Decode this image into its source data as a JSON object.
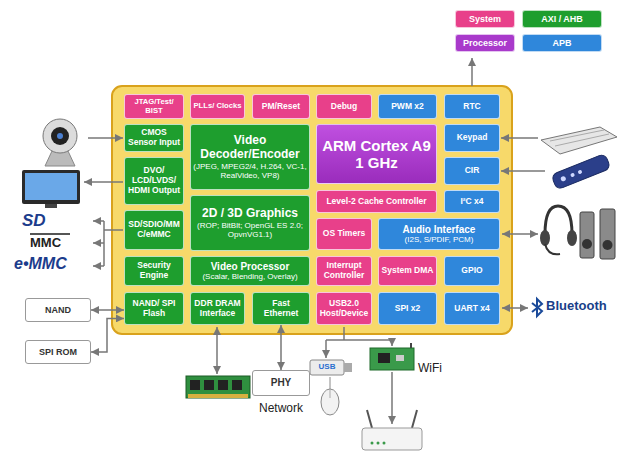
{
  "diagram": {
    "nodes": [
      {
        "text": [
          "JTAG/Test/ BIST"
        ]
      },
      {
        "text": [
          "PLLs/ Clocks"
        ]
      },
      {
        "text": [
          "PM/Reset"
        ]
      },
      {
        "text": [
          "Debug"
        ]
      },
      {
        "text": [
          "PWM x2"
        ]
      },
      {
        "text": [
          "RTC"
        ]
      },
      {
        "text": [
          "CMOS Sensor Input"
        ]
      },
      {
        "text": [
          "Video Decoder/Encoder",
          "(JPEG, MPEG2/4, H.264, VC-1, RealVideo, VP8)"
        ]
      },
      {
        "text": [
          "ARM Cortex A9",
          "1 GHz"
        ]
      },
      {
        "text": [
          "Keypad"
        ]
      },
      {
        "text": [
          "DVO/ LCD/LVDS/ HDMI Output"
        ]
      },
      {
        "text": [
          "2D / 3D Graphics",
          "(ROP; BitBlt; OpenGL ES 2.0; OpvnVG1.1)"
        ]
      },
      {
        "text": [
          "CIR"
        ]
      },
      {
        "text": [
          "Level-2 Cache Controller"
        ]
      },
      {
        "text": [
          "I²C x4"
        ]
      },
      {
        "text": [
          "SD/SDIO/MMC/eMMC"
        ]
      },
      {
        "text": [
          "OS Timers"
        ]
      },
      {
        "text": [
          "Audio Interface",
          "(I2S, S/PDIF, PCM)"
        ]
      },
      {
        "text": [
          "Security Engine"
        ]
      },
      {
        "text": [
          "Video Processor",
          "(Scalar, Blending, Overlay)"
        ]
      },
      {
        "text": [
          "Interrupt Controller"
        ]
      },
      {
        "text": [
          "System DMA"
        ]
      },
      {
        "text": [
          "GPIO"
        ]
      },
      {
        "text": [
          "NAND/ SPI Flash"
        ]
      },
      {
        "text": [
          "DDR DRAM Interface"
        ]
      },
      {
        "text": [
          "Fast Ethernet"
        ]
      },
      {
        "text": [
          "USB2.0 Host/Device"
        ]
      },
      {
        "text": [
          "SPI x2"
        ]
      },
      {
        "text": [
          "UART x4"
        ]
      },
      {
        "text": [
          "NAND"
        ]
      },
      {
        "text": [
          "SPI ROM"
        ]
      },
      {
        "text": [
          "PHY"
        ]
      }
    ],
    "edges": [
      {
        "from": 23,
        "to": 29,
        "arrow": "both"
      },
      {
        "from": 23,
        "to": 30,
        "arrow": "both"
      },
      {
        "from": 25,
        "to": 31,
        "arrow": "both"
      }
    ],
    "labels": [
      "SD",
      "MMC",
      "e•MMC",
      "Bluetooth",
      "Network",
      "WiFi",
      "USB"
    ],
    "legend": [
      {
        "text": "System",
        "color": "#e8408a"
      },
      {
        "text": "AXI / AHB",
        "color": "#1e9e2e"
      },
      {
        "text": "Processor",
        "color": "#a93acb"
      },
      {
        "text": "APB",
        "color": "#2f87db"
      }
    ]
  }
}
